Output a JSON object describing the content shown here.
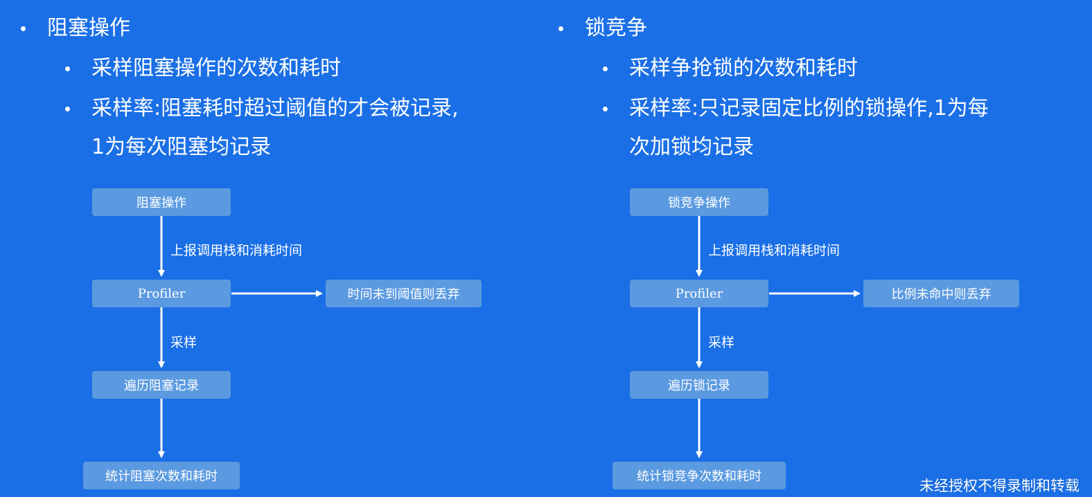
{
  "left": {
    "heading": "阻塞操作",
    "sub1": "采样阻塞操作的次数和耗时",
    "sub2_line1": "采样率:阻塞耗时超过阈值的才会被记录,",
    "sub2_line2": "1为每次阻塞均记录",
    "flow": {
      "start": "阻塞操作",
      "edge1": "上报调用栈和消耗时间",
      "profiler": "Profiler",
      "discard": "时间未到阈值则丢弃",
      "edge2": "采样",
      "traverse": "遍历阻塞记录",
      "stat": "统计阻塞次数和耗时"
    }
  },
  "right": {
    "heading": "锁竞争",
    "sub1": "采样争抢锁的次数和耗时",
    "sub2_line1": "采样率:只记录固定比例的锁操作,1为每",
    "sub2_line2": "次加锁均记录",
    "flow": {
      "start": "锁竞争操作",
      "edge1": "上报调用栈和消耗时间",
      "profiler": "Profiler",
      "discard": "比例未命中则丢弃",
      "edge2": "采样",
      "traverse": "遍历锁记录",
      "stat": "统计锁竞争次数和耗时"
    }
  },
  "watermark": "未经授权不得录制和转载"
}
